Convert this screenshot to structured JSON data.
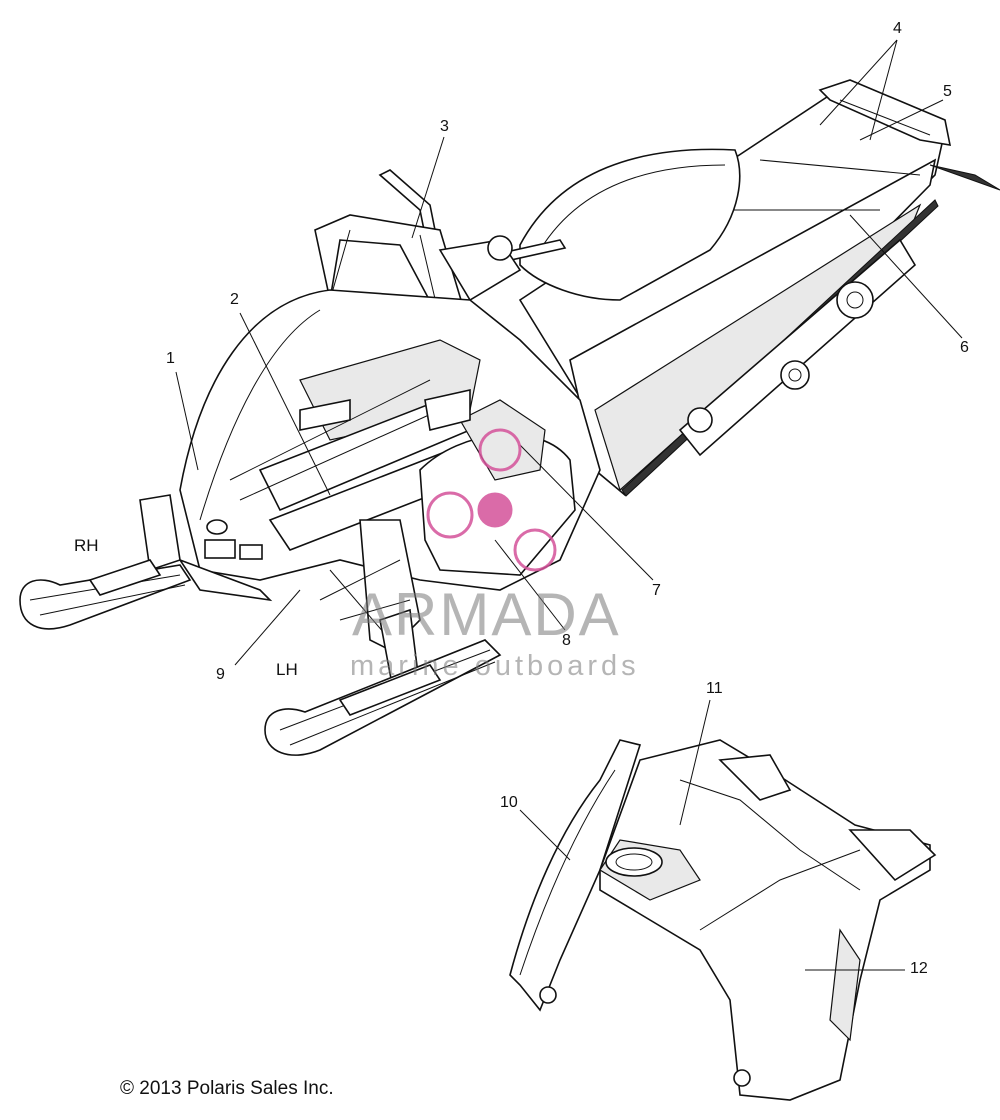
{
  "diagram": {
    "side_labels": {
      "right": "RH",
      "left": "LH"
    },
    "callouts": [
      "1",
      "2",
      "3",
      "4",
      "5",
      "6",
      "7",
      "8",
      "9",
      "10",
      "11",
      "12"
    ],
    "copyright": "© 2013 Polaris Sales Inc.",
    "watermark": {
      "title": "ARMADA",
      "subtitle": "marine outboards",
      "logo_color": "#d4529a"
    }
  }
}
